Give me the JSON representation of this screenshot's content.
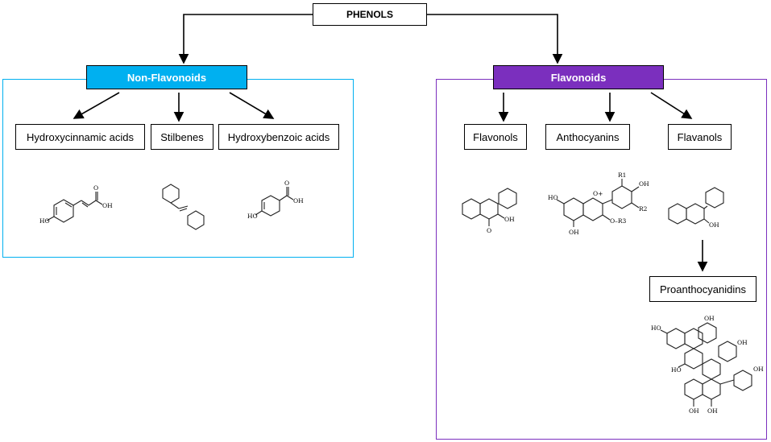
{
  "root": {
    "label": "PHENOLS"
  },
  "colors": {
    "non_flavonoid": "#00b0f0",
    "flavonoid": "#7b2fbe",
    "border_black": "#000000"
  },
  "non_flavonoids": {
    "label": "Non-Flavonoids",
    "children": [
      "Hydroxycinnamic acids",
      "Stilbenes",
      "Hydroxybenzoic acids"
    ]
  },
  "flavonoids": {
    "label": "Flavonoids",
    "children": [
      "Flavonols",
      "Anthocyanins",
      "Flavanols"
    ],
    "sub": "Proanthocyanidins"
  },
  "structure_labels": {
    "ho": "HO",
    "oh": "OH",
    "o": "O",
    "oplus": "O+",
    "r1": "R1",
    "r2": "R2",
    "or3": "O–R3"
  }
}
